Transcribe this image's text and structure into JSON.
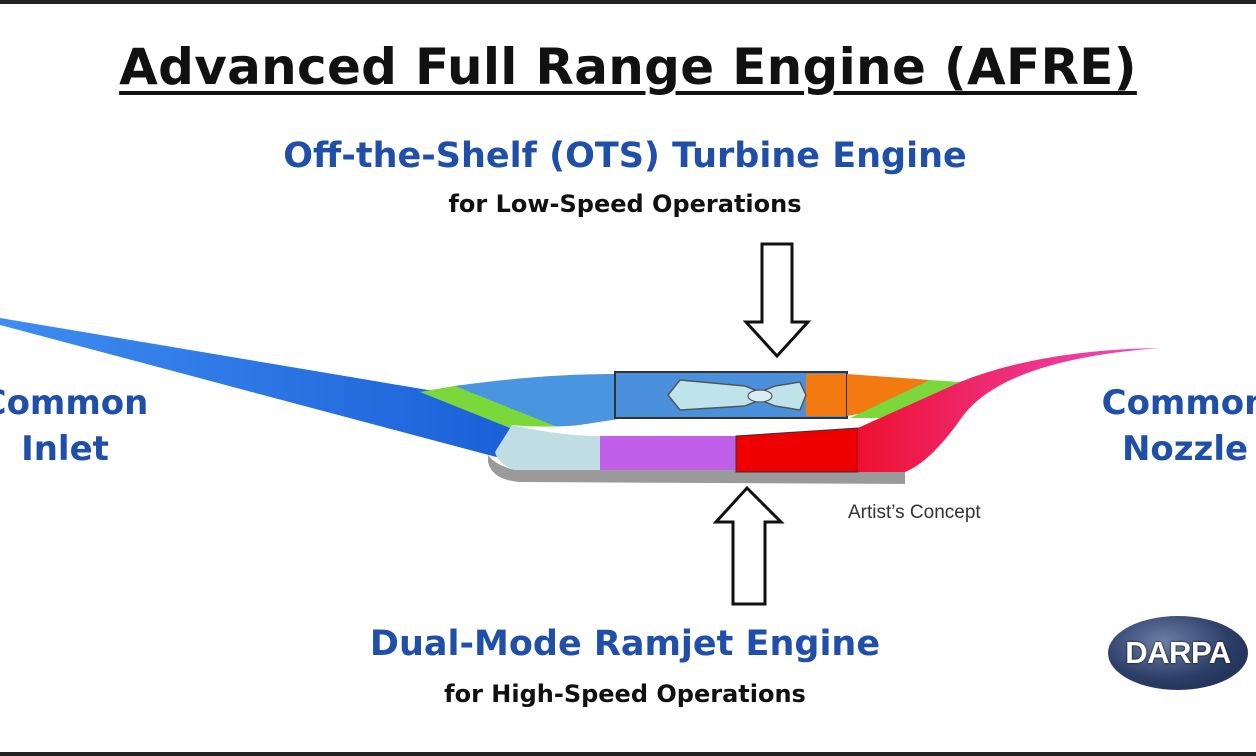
{
  "title": "Advanced Full Range Engine (AFRE)",
  "ots": {
    "title": "Off-the-Shelf (OTS) Turbine Engine",
    "subtitle": "for Low-Speed Operations"
  },
  "ramjet": {
    "title": "Dual-Mode Ramjet Engine",
    "subtitle": "for High-Speed Operations"
  },
  "inlet": {
    "line1": "Common",
    "line2": "Inlet"
  },
  "nozzle": {
    "line1": "Common",
    "line2": "Nozzle"
  },
  "caption": "Artist’s Concept",
  "logo": "DARPA",
  "colors": {
    "label_blue": "#1f4fa8",
    "inlet_blue": "#1f6fe0",
    "inlet_green": "#7ad83a",
    "turbine_blue": "#4a95e0",
    "turbine_light": "#bfe3ea",
    "turbine_orange": "#f27a10",
    "ramjet_light": "#bfdde3",
    "ramjet_purple": "#c060e8",
    "ramjet_red": "#ee0000",
    "nozzle_pink": "#ee3cb8"
  }
}
